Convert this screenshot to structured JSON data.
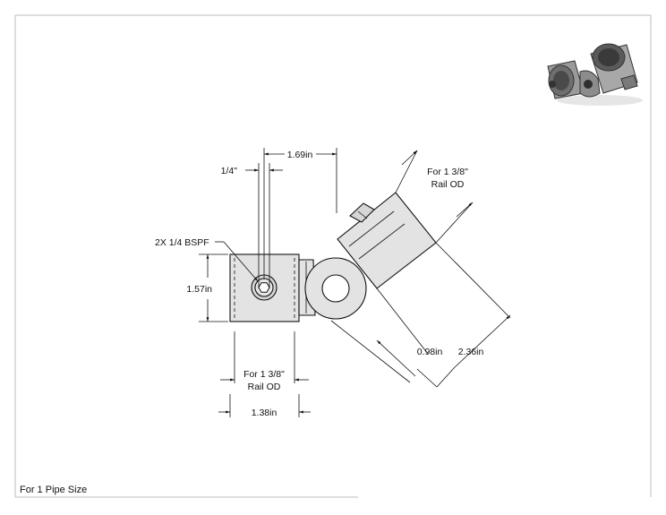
{
  "dimensions": {
    "horizontal_offset": "1.69in",
    "port_width": "1/4\"",
    "port_label": "2X 1/4 BSPF",
    "height": "1.57in",
    "rail_left_line1": "For 1 3/8\"",
    "rail_left_line2": "Rail OD",
    "width": "1.38in",
    "rail_right_line1": "For 1 3/8\"",
    "rail_right_line2": "Rail OD",
    "tube_length": "0.98in",
    "overall_length": "2.36in"
  },
  "footer": {
    "pipe_size_note": "For 1 Pipe Size"
  },
  "colors": {
    "part_fill": "#e3e3e3",
    "part_shade": "#c8c8c8",
    "line": "#111111"
  }
}
